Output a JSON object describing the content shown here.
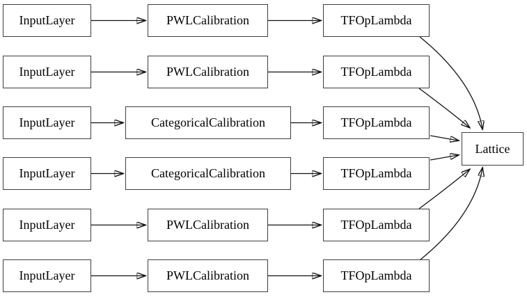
{
  "graph": {
    "rows": [
      {
        "input": "InputLayer",
        "transform": "PWLCalibration",
        "op": "TFOpLambda"
      },
      {
        "input": "InputLayer",
        "transform": "PWLCalibration",
        "op": "TFOpLambda"
      },
      {
        "input": "InputLayer",
        "transform": "CategoricalCalibration",
        "op": "TFOpLambda"
      },
      {
        "input": "InputLayer",
        "transform": "CategoricalCalibration",
        "op": "TFOpLambda"
      },
      {
        "input": "InputLayer",
        "transform": "PWLCalibration",
        "op": "TFOpLambda"
      },
      {
        "input": "InputLayer",
        "transform": "PWLCalibration",
        "op": "TFOpLambda"
      }
    ],
    "output_node": "Lattice"
  },
  "colors": {
    "background": "#ffffff",
    "node_fill": "#ffffff",
    "node_border": "#3d3d3d",
    "edge": "#111111",
    "text": "#000000"
  }
}
